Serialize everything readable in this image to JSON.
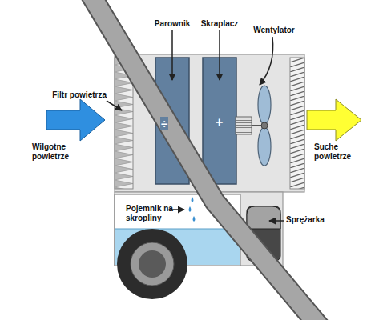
{
  "diagram": {
    "nodes": [
      {
        "text": [
          "÷"
        ]
      },
      {
        "text": [
          "+"
        ]
      },
      {
        "text": [
          "Pojemnik na skropliny"
        ]
      }
    ],
    "labels": [
      "Parownik",
      "Skraplacz",
      "Wentylator",
      "Filtr powietrza",
      "Wilgotne powietrze",
      "Suche powietrze",
      "Sprężarka"
    ]
  }
}
